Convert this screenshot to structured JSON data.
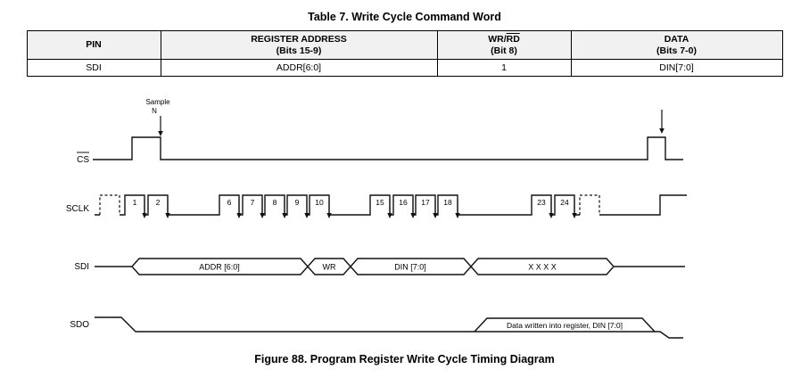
{
  "page": {
    "figure_caption": "Figure 88.  Program Register Write Cycle Timing Diagram"
  },
  "table": {
    "title": "Table 7. Write Cycle Command Word",
    "headers": {
      "pin": "PIN",
      "reg_addr_line1": "REGISTER ADDRESS",
      "reg_addr_line2": "(Bits 15-9)",
      "wr": "WR/",
      "rd": "RD",
      "wr_rd_line2": "(Bit 8)",
      "data_line1": "DATA",
      "data_line2": "(Bits 7-0)"
    },
    "row": {
      "pin": "SDI",
      "reg_addr": "ADDR[6:0]",
      "wr_rd": "1",
      "data": "DIN[7:0]"
    }
  },
  "diagram": {
    "labels": {
      "cs": "CS",
      "sclk": "SCLK",
      "sdi": "SDI",
      "sdo": "SDO"
    },
    "sample": {
      "line1": "Sample",
      "line2": "N"
    },
    "clock_numbers": [
      "1",
      "2",
      "6",
      "7",
      "8",
      "9",
      "10",
      "15",
      "16",
      "17",
      "18",
      "23",
      "24"
    ],
    "sdi_bus": {
      "addr": "ADDR [6:0]",
      "wr": "WR",
      "din": "DIN [7:0]",
      "x": "X X X X"
    },
    "sdo_bus": {
      "label": "Data written into register, DIN [7:0]"
    },
    "line_color": "#111111"
  }
}
